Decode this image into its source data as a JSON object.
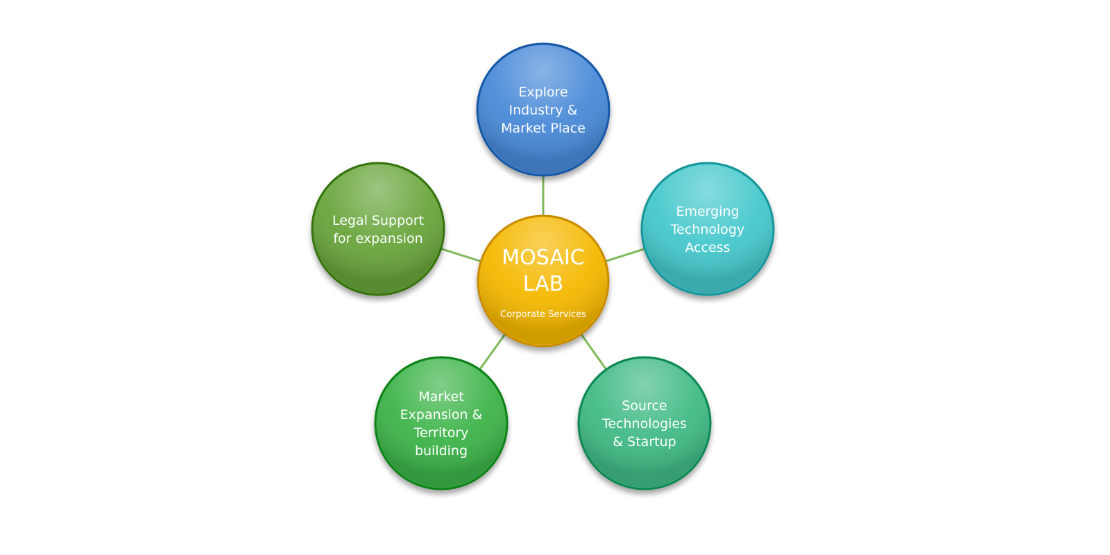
{
  "center": {
    "title_lines": [
      "MOSAIC",
      "LAB"
    ],
    "subtitle": "Corporate Services",
    "color": "#f5b800"
  },
  "connector_color": "#7db95a",
  "nodes": [
    {
      "name": "node-explore-industry",
      "lines": [
        "Explore",
        "Industry &",
        "Market Place"
      ],
      "color": "#4a8ad8"
    },
    {
      "name": "node-emerging-technology",
      "lines": [
        "Emerging",
        "Technology",
        "Access"
      ],
      "color": "#45c8cc"
    },
    {
      "name": "node-source-technologies",
      "lines": [
        "Source",
        "Technologies",
        "& Startup"
      ],
      "color": "#3fba84"
    },
    {
      "name": "node-market-expansion",
      "lines": [
        "Market",
        "Expansion &",
        "Territory",
        "building"
      ],
      "color": "#3cb449"
    },
    {
      "name": "node-legal-support",
      "lines": [
        "Legal Support",
        "for expansion"
      ],
      "color": "#67a53a"
    }
  ]
}
